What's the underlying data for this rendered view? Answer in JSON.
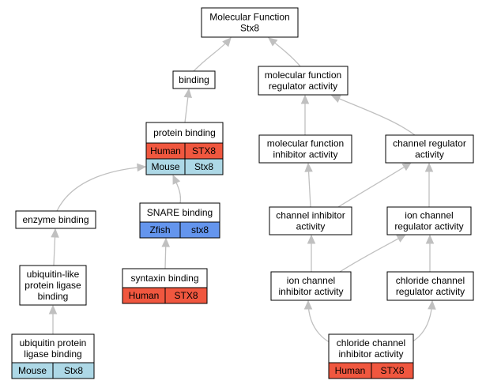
{
  "colors": {
    "Human": "#f0573f",
    "Mouse": "#add8e6",
    "Zfish": "#6495ed"
  },
  "nodes": {
    "root": {
      "lines": [
        "Molecular Function",
        "Stx8"
      ]
    },
    "binding": {
      "lines": [
        "binding"
      ]
    },
    "mfra": {
      "lines": [
        "molecular function",
        "regulator activity"
      ]
    },
    "protbind": {
      "lines": [
        "protein binding"
      ],
      "rows": [
        {
          "species": "Human",
          "gene": "STX8"
        },
        {
          "species": "Mouse",
          "gene": "Stx8"
        }
      ]
    },
    "mfia": {
      "lines": [
        "molecular function",
        "inhibitor activity"
      ]
    },
    "chanreg": {
      "lines": [
        "channel regulator",
        "activity"
      ]
    },
    "enzbind": {
      "lines": [
        "enzyme binding"
      ]
    },
    "snare": {
      "lines": [
        "SNARE binding"
      ],
      "rows": [
        {
          "species": "Zfish",
          "gene": "stx8"
        }
      ]
    },
    "chaninh": {
      "lines": [
        "channel inhibitor",
        "activity"
      ]
    },
    "ionchanreg": {
      "lines": [
        "ion channel",
        "regulator activity"
      ]
    },
    "ubiqlike": {
      "lines": [
        "ubiquitin-like",
        "protein ligase",
        "binding"
      ]
    },
    "syntaxin": {
      "lines": [
        "syntaxin binding"
      ],
      "rows": [
        {
          "species": "Human",
          "gene": "STX8"
        }
      ]
    },
    "ionchaninh": {
      "lines": [
        "ion channel",
        "inhibitor activity"
      ]
    },
    "clchanreg": {
      "lines": [
        "chloride channel",
        "regulator activity"
      ]
    },
    "ubiqprot": {
      "lines": [
        "ubiquitin protein",
        "ligase binding"
      ],
      "rows": [
        {
          "species": "Mouse",
          "gene": "Stx8"
        }
      ]
    },
    "clchaninh": {
      "lines": [
        "chloride channel",
        "inhibitor activity"
      ],
      "rows": [
        {
          "species": "Human",
          "gene": "STX8"
        }
      ]
    }
  },
  "edges": [
    {
      "from": "binding",
      "to": "root"
    },
    {
      "from": "mfra",
      "to": "root"
    },
    {
      "from": "protbind",
      "to": "binding"
    },
    {
      "from": "mfia",
      "to": "mfra"
    },
    {
      "from": "chanreg",
      "to": "mfra"
    },
    {
      "from": "enzbind",
      "to": "protbind"
    },
    {
      "from": "snare",
      "to": "protbind"
    },
    {
      "from": "chaninh",
      "to": "mfia"
    },
    {
      "from": "chaninh",
      "to": "chanreg"
    },
    {
      "from": "ionchanreg",
      "to": "chanreg"
    },
    {
      "from": "ubiqlike",
      "to": "enzbind"
    },
    {
      "from": "syntaxin",
      "to": "snare"
    },
    {
      "from": "ionchaninh",
      "to": "chaninh"
    },
    {
      "from": "ionchaninh",
      "to": "ionchanreg"
    },
    {
      "from": "clchanreg",
      "to": "ionchanreg"
    },
    {
      "from": "ubiqprot",
      "to": "ubiqlike"
    },
    {
      "from": "clchaninh",
      "to": "ionchaninh"
    },
    {
      "from": "clchaninh",
      "to": "clchanreg"
    }
  ]
}
